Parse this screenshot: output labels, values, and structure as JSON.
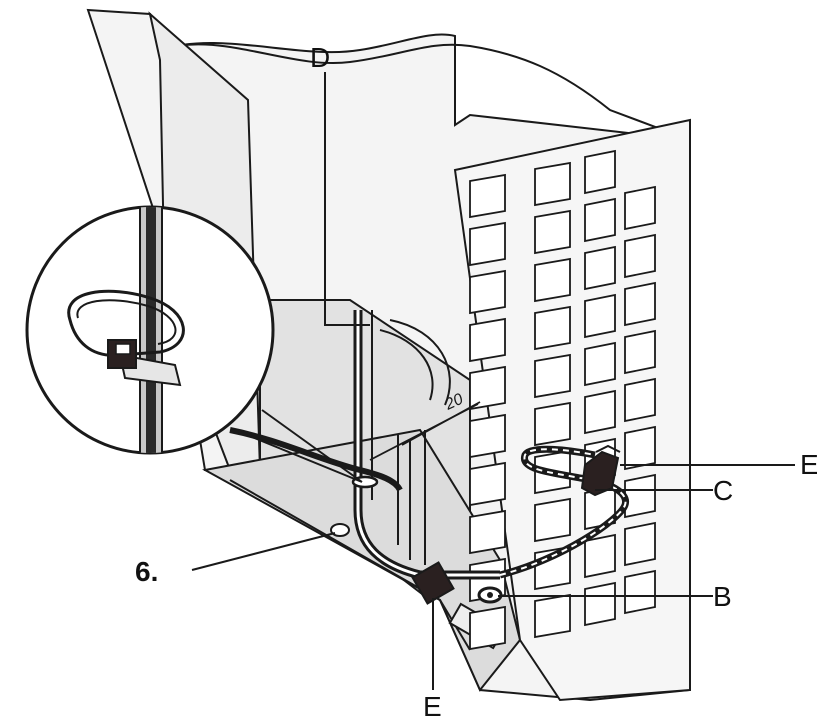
{
  "labels": {
    "d": "D",
    "e_top": "E",
    "c": "C",
    "b": "B",
    "e_bottom": "E",
    "step": "6."
  },
  "dimension_text": "20",
  "colors": {
    "line": "#1a1a1a",
    "fill_light": "#f4f4f4",
    "fill_mid": "#e2e2e2",
    "fill_dark": "#c8c8c8",
    "clip": "#2a2020"
  }
}
